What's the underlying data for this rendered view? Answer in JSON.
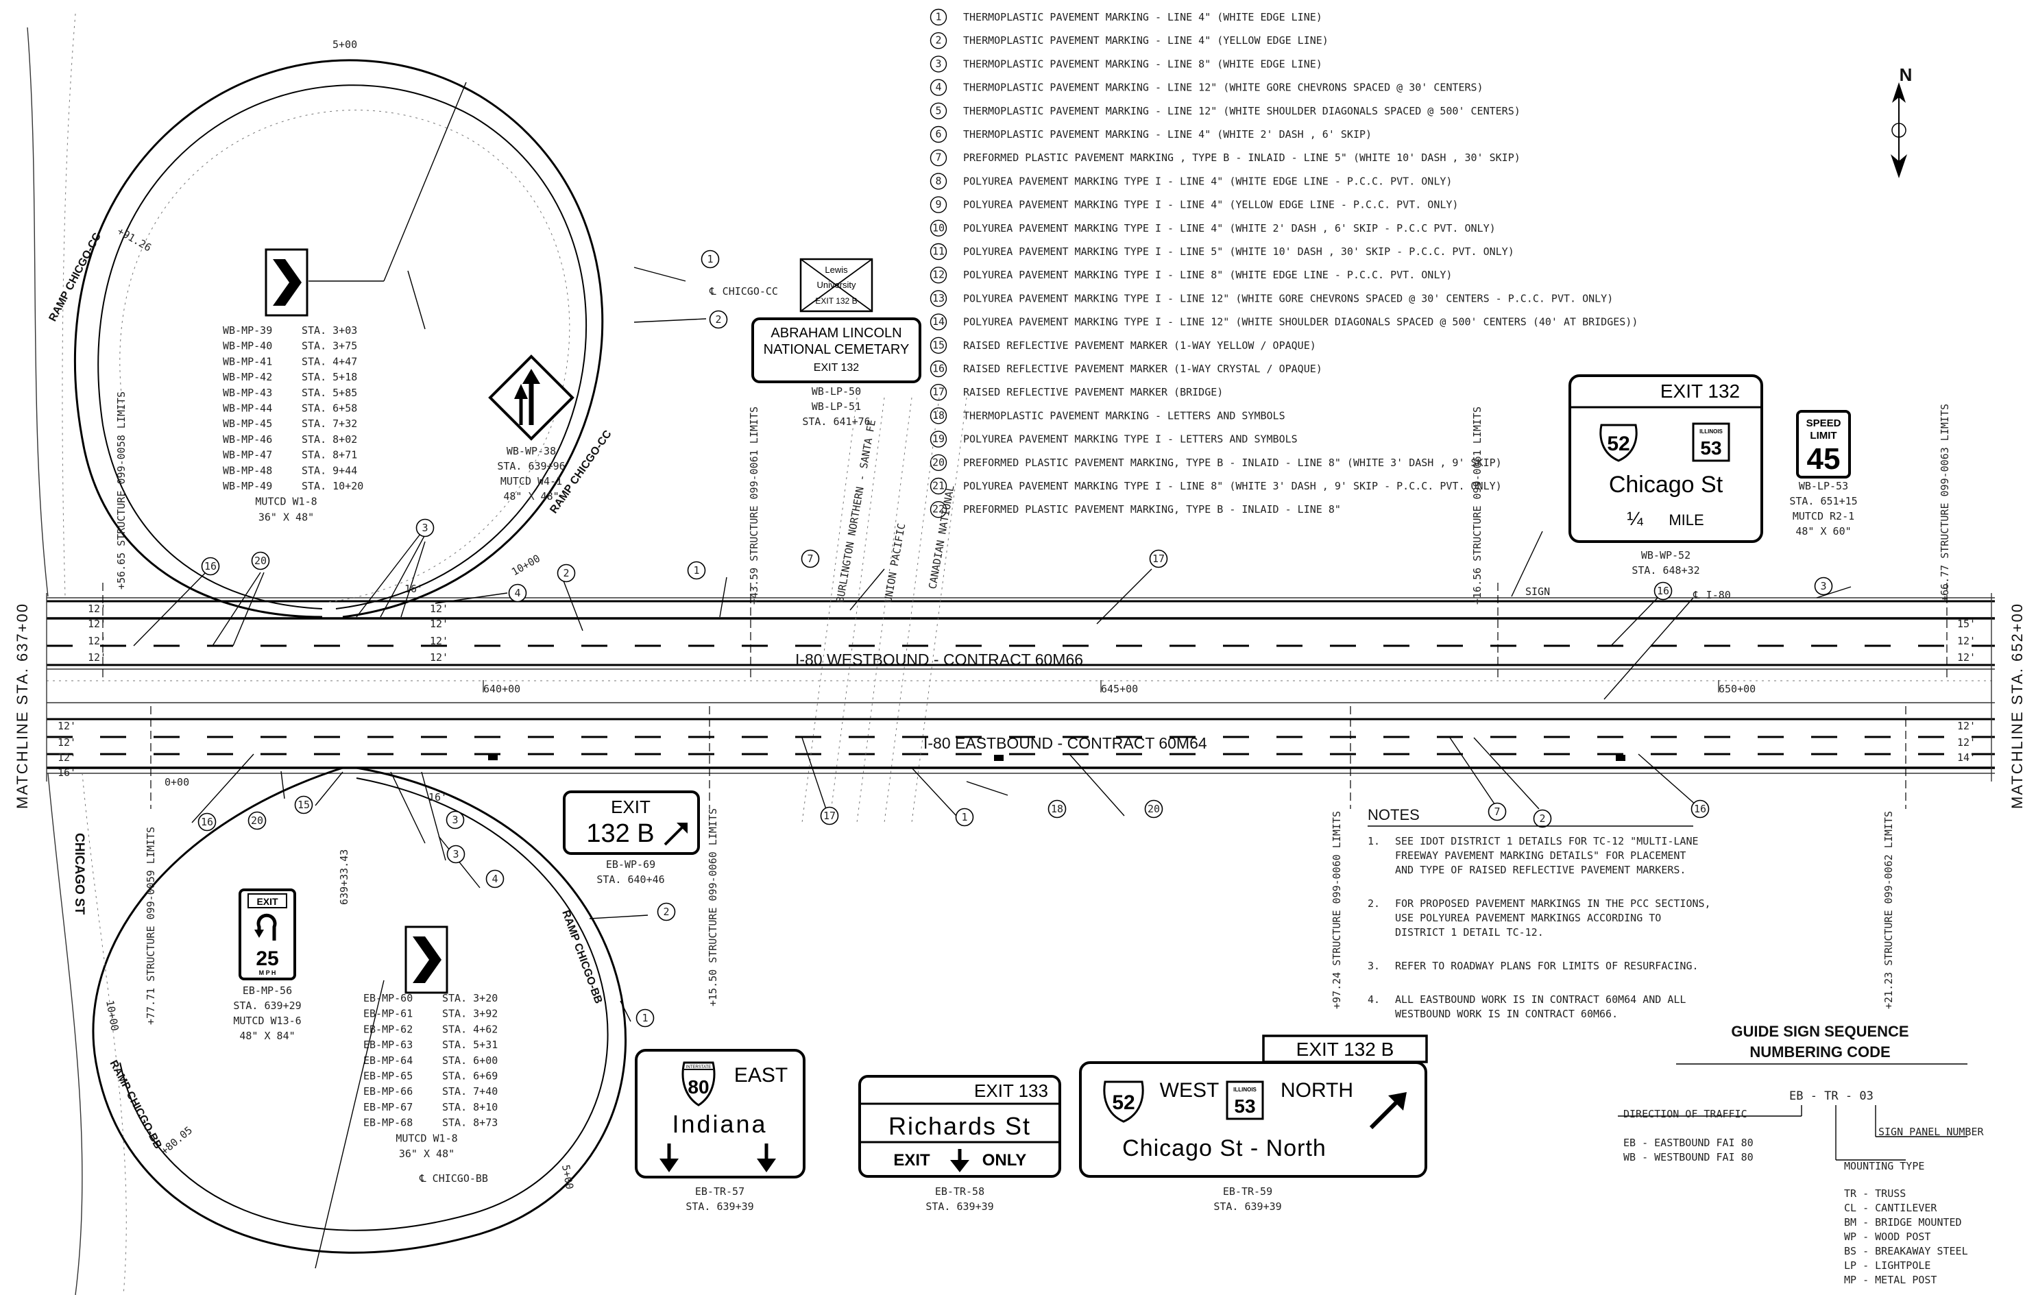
{
  "legend": [
    {
      "num": "1",
      "text": "THERMOPLASTIC PAVEMENT MARKING - LINE 4\" (WHITE EDGE LINE)"
    },
    {
      "num": "2",
      "text": "THERMOPLASTIC PAVEMENT MARKING - LINE 4\" (YELLOW EDGE LINE)"
    },
    {
      "num": "3",
      "text": "THERMOPLASTIC PAVEMENT MARKING - LINE 8\" (WHITE EDGE LINE)"
    },
    {
      "num": "4",
      "text": "THERMOPLASTIC PAVEMENT MARKING - LINE 12\" (WHITE GORE CHEVRONS SPACED @ 30' CENTERS)"
    },
    {
      "num": "5",
      "text": "THERMOPLASTIC PAVEMENT MARKING - LINE 12\" (WHITE SHOULDER DIAGONALS SPACED @ 500' CENTERS)"
    },
    {
      "num": "6",
      "text": "THERMOPLASTIC PAVEMENT MARKING - LINE 4\" (WHITE 2' DASH , 6' SKIP)"
    },
    {
      "num": "7",
      "text": "PREFORMED PLASTIC PAVEMENT MARKING , TYPE B - INLAID - LINE 5\" (WHITE 10' DASH , 30' SKIP)"
    },
    {
      "num": "8",
      "text": "POLYUREA PAVEMENT MARKING TYPE I - LINE 4\" (WHITE EDGE LINE - P.C.C. PVT. ONLY)"
    },
    {
      "num": "9",
      "text": "POLYUREA PAVEMENT MARKING TYPE I - LINE 4\" (YELLOW EDGE LINE - P.C.C. PVT. ONLY)"
    },
    {
      "num": "10",
      "text": "POLYUREA PAVEMENT MARKING TYPE I - LINE 4\" (WHITE 2' DASH , 6' SKIP - P.C.C PVT. ONLY)"
    },
    {
      "num": "11",
      "text": "POLYUREA PAVEMENT MARKING TYPE I - LINE 5\" (WHITE 10' DASH , 30' SKIP - P.C.C. PVT. ONLY)"
    },
    {
      "num": "12",
      "text": "POLYUREA PAVEMENT MARKING TYPE I - LINE 8\" (WHITE EDGE LINE - P.C.C. PVT. ONLY)"
    },
    {
      "num": "13",
      "text": "POLYUREA PAVEMENT MARKING TYPE I - LINE 12\" (WHITE GORE CHEVRONS SPACED @ 30' CENTERS - P.C.C. PVT. ONLY)"
    },
    {
      "num": "14",
      "text": "POLYUREA PAVEMENT MARKING TYPE I - LINE 12\" (WHITE SHOULDER DIAGONALS SPACED @ 500' CENTERS (40' AT BRIDGES))"
    },
    {
      "num": "15",
      "text": "RAISED REFLECTIVE PAVEMENT MARKER (1-WAY YELLOW / OPAQUE)"
    },
    {
      "num": "16",
      "text": "RAISED REFLECTIVE PAVEMENT MARKER (1-WAY CRYSTAL / OPAQUE)"
    },
    {
      "num": "17",
      "text": "RAISED REFLECTIVE PAVEMENT MARKER (BRIDGE)"
    },
    {
      "num": "18",
      "text": "THERMOPLASTIC PAVEMENT MARKING - LETTERS AND SYMBOLS"
    },
    {
      "num": "19",
      "text": "POLYUREA PAVEMENT MARKING TYPE I - LETTERS AND SYMBOLS"
    },
    {
      "num": "20",
      "text": "PREFORMED PLASTIC PAVEMENT MARKING, TYPE B - INLAID - LINE 8\" (WHITE 3' DASH , 9' SKIP)"
    },
    {
      "num": "21",
      "text": "POLYUREA PAVEMENT MARKING TYPE I - LINE 8\" (WHITE 3' DASH , 9' SKIP - P.C.C. PVT. ONLY)"
    },
    {
      "num": "22",
      "text": "PREFORMED PLASTIC PAVEMENT MARKING, TYPE B - INLAID - LINE 8\""
    }
  ],
  "roads": {
    "wb": "I-80 WESTBOUND - CONTRACT 60M66",
    "eb": "I-80 EASTBOUND - CONTRACT 60M64",
    "ramp_cc": "RAMP CHICGO-CC",
    "ramp_bb": "RAMP CHICGO-BB",
    "chicago_st": "CHICAGO ST",
    "cl_cc": "℄ CHICGO-CC",
    "cl_bb": "℄ CHICGO-BB",
    "cl_i80": "℄ I-80",
    "matchline_left": "MATCHLINE STA. 637+00",
    "matchline_right": "MATCHLINE STA. 652+00"
  },
  "stations": {
    "s640": "640+00",
    "s645": "645+00",
    "s650": "650+00",
    "s0": "0+00",
    "s5": "5+00",
    "s10": "10+00"
  },
  "structures": {
    "s1": "+56.65 STRUCTURE 099-0058 LIMITS",
    "s2": "+43.59 STRUCTURE 099-0061 LIMITS",
    "s3": "+16.56 STRUCTURE 099-0061 LIMITS",
    "s4": "+66.77 STRUCTURE 099-0063 LIMITS",
    "s5": "+77.71 STRUCTURE 099-0059 LIMITS",
    "s6": "+15.50 STRUCTURE 099-0060 LIMITS",
    "s7": "+97.24 STRUCTURE 099-0060 LIMITS",
    "s8": "+21.23 STRUCTURE 099-0062 LIMITS",
    "s9": "639+33.43"
  },
  "railroads": {
    "r1": "BURLINGTON NORTHERN - SANTA FE",
    "r2": "UNION PACIFIC",
    "r3": "CANADIAN NATIONAL"
  },
  "lane_widths": {
    "w12": "12'",
    "w15": "15'",
    "w14": "14'",
    "w16": "16'"
  },
  "misc": {
    "plus_9126": "+91.26",
    "plus_8005": "+80.05",
    "sign_word": "SIGN"
  },
  "wb_chevron_block": {
    "ids": [
      "WB-MP-39",
      "WB-MP-40",
      "WB-MP-41",
      "WB-MP-42",
      "WB-MP-43",
      "WB-MP-44",
      "WB-MP-45",
      "WB-MP-46",
      "WB-MP-47",
      "WB-MP-48",
      "WB-MP-49"
    ],
    "stas": [
      "STA. 3+03",
      "STA. 3+75",
      "STA. 4+47",
      "STA. 5+18",
      "STA. 5+85",
      "STA. 6+58",
      "STA. 7+32",
      "STA. 8+02",
      "STA. 8+71",
      "STA. 9+44",
      "STA. 10+20"
    ],
    "mutcd": "MUTCD W1-8",
    "size": "36\" X 48\""
  },
  "eb_chevron_block": {
    "ids": [
      "EB-MP-60",
      "EB-MP-61",
      "EB-MP-62",
      "EB-MP-63",
      "EB-MP-64",
      "EB-MP-65",
      "EB-MP-66",
      "EB-MP-67",
      "EB-MP-68"
    ],
    "stas": [
      "STA. 3+20",
      "STA. 3+92",
      "STA. 4+62",
      "STA. 5+31",
      "STA. 6+00",
      "STA. 6+69",
      "STA. 7+40",
      "STA. 8+10",
      "STA. 8+73"
    ],
    "mutcd": "MUTCD W1-8",
    "size": "36\" X 48\""
  },
  "signs": {
    "wb_wp_38": {
      "id": "WB-WP-38",
      "sta": "STA. 639+96",
      "mutcd": "MUTCD W4-1",
      "size": "48\" X 48\""
    },
    "cemetery": {
      "line1": "ABRAHAM LINCOLN",
      "line2": "NATIONAL CEMETARY",
      "exit": "EXIT 132",
      "id1": "WB-LP-50",
      "id2": "WB-LP-51",
      "sta": "STA. 641+76"
    },
    "lewis": {
      "line1": "Lewis",
      "line2": "University",
      "line3": "EXIT 132 B"
    },
    "exit132": {
      "exit": "EXIT 132",
      "us": "52",
      "il_label": "ILLINOIS",
      "il": "53",
      "street": "Chicago St",
      "dist": "¼",
      "mile": "MILE",
      "id": "WB-WP-52",
      "sta": "STA. 648+32"
    },
    "speed": {
      "l1": "SPEED",
      "l2": "LIMIT",
      "num": "45",
      "id": "WB-LP-53",
      "sta": "STA. 651+15",
      "mutcd": "MUTCD R2-1",
      "size": "48\" X 60\""
    },
    "exit132b_small": {
      "exit": "EXIT",
      "num": "132 B",
      "id": "EB-WP-69",
      "sta": "STA. 640+46"
    },
    "advisory": {
      "exit": "EXIT",
      "speed": "25",
      "mph": "M P H",
      "id": "EB-MP-56",
      "sta": "STA. 639+29",
      "mutcd": "MUTCD W13-6",
      "size": "48\" X 84\""
    },
    "east": {
      "interstate_label": "INTERSTATE",
      "route": "80",
      "dir": "EAST",
      "city": "Indiana",
      "id": "EB-TR-57",
      "sta": "STA. 639+39"
    },
    "richards": {
      "exit": "EXIT 133",
      "street": "Richards St",
      "exit_word": "EXIT",
      "only": "ONLY",
      "id": "EB-TR-58",
      "sta": "STA. 639+39"
    },
    "chicago_north": {
      "tab": "EXIT 132 B",
      "us": "52",
      "west": "WEST",
      "il_label": "ILLINOIS",
      "il": "53",
      "north": "NORTH",
      "street": "Chicago St - North",
      "id": "EB-TR-59",
      "sta": "STA. 639+39"
    }
  },
  "north_arrow": {
    "label": "N"
  },
  "notes": {
    "title": "NOTES",
    "items": [
      {
        "num": "1.",
        "lines": [
          "SEE IDOT DISTRICT 1 DETAILS FOR TC-12 \"MULTI-LANE",
          "FREEWAY PAVEMENT MARKING DETAILS\" FOR PLACEMENT",
          "AND TYPE OF RAISED REFLECTIVE PAVEMENT MARKERS."
        ]
      },
      {
        "num": "2.",
        "lines": [
          "FOR PROPOSED PAVEMENT MARKINGS IN THE PCC SECTIONS,",
          "USE POLYUREA PAVEMENT MARKINGS ACCORDING TO",
          "DISTRICT 1 DETAIL TC-12."
        ]
      },
      {
        "num": "3.",
        "lines": [
          "REFER TO ROADWAY PLANS FOR LIMITS OF RESURFACING."
        ]
      },
      {
        "num": "4.",
        "lines": [
          "ALL EASTBOUND WORK IS IN CONTRACT 60M64 AND ALL",
          "WESTBOUND WORK IS IN CONTRACT 60M66."
        ]
      }
    ]
  },
  "guide": {
    "title1": "GUIDE SIGN SEQUENCE",
    "title2": "NUMBERING CODE",
    "code": "EB - TR - 03",
    "direction_label": "DIRECTION OF TRAFFIC",
    "directions": [
      "EB - EASTBOUND FAI 80",
      "WB - WESTBOUND FAI 80"
    ],
    "panel_label": "SIGN PANEL NUMBER",
    "mounting_label": "MOUNTING TYPE",
    "mountings": [
      "TR - TRUSS",
      "CL - CANTILEVER",
      "BM - BRIDGE MOUNTED",
      "WP - WOOD POST",
      "BS - BREAKAWAY STEEL",
      "LP - LIGHTPOLE",
      "MP - METAL POST"
    ]
  }
}
